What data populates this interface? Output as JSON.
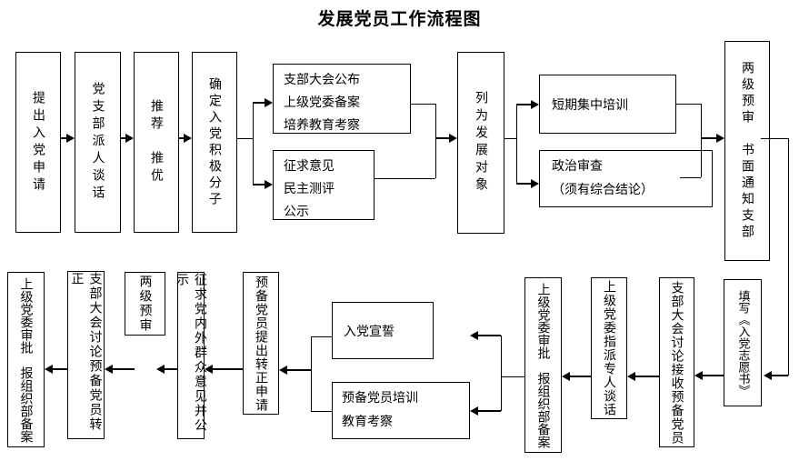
{
  "title": "发展党员工作流程图",
  "colors": {
    "line": "#000000",
    "background": "#ffffff",
    "text": "#000000"
  },
  "nodes": {
    "submit_application": "提出入党申请",
    "branch_talk": "党支部派人谈话",
    "recommend": "推荐　推优",
    "confirm_activist": "确定入党积极分子",
    "announce_record_review": "支部大会公布\n上级党委备案\n培养教育考察",
    "solicit_opinions": "征求意见\n民主测评\n公示",
    "list_development_target": "列为发展对象",
    "short_training": "短期集中培训",
    "political_review": "政治审查\n（须有综合结论）",
    "two_level_preview_notify": "两级预审　书面通知支部",
    "fill_volunteer_form": "填写《入党志愿书》",
    "accept_probationary": "支部大会讨论接收预备党员",
    "appoint_talk": "上级党委指派专人谈话",
    "approval_record_1": "上级党委审批　报组织部备案",
    "oath": "入党宣誓",
    "probationary_training": "预备党员培训\n教育考察",
    "apply_confirmation": "预备党员提出转正申请",
    "solicit_public": "征求党内外群众意见并公示",
    "two_level_preview": "两级预审",
    "discuss_confirmation": "支部大会讨论预备党员转正",
    "approval_record_2": "上级党委审批　报组织部备案"
  }
}
